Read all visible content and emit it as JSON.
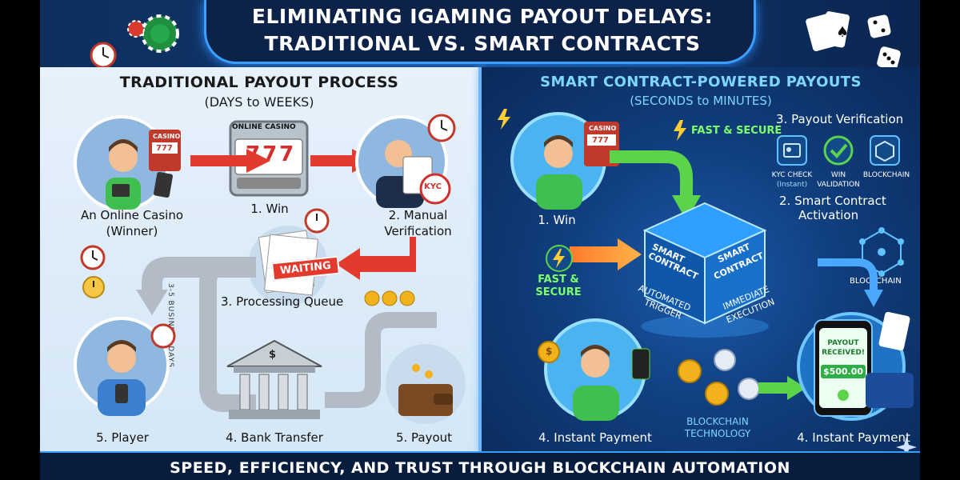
{
  "header": {
    "title_line1": "ELIMINATING IGAMING PAYOUT DELAYS:",
    "title_line2": "TRADITIONAL VS. SMART CONTRACTS"
  },
  "traditional": {
    "heading": "TRADITIONAL PAYOUT PROCESS",
    "subheading": "(DAYS to WEEKS)",
    "winner_label_line1": "An Online Casino",
    "winner_label_line2": "(Winner)",
    "casino_sign": "CASINO",
    "slot_reels": "777",
    "online_casino_sign": "ONLINE CASINO",
    "step1": "1. Win",
    "step2_line1": "2. Manual",
    "step2_line2": "Verification",
    "kyc_stamp": "KYC",
    "waiting_sign": "WAITING",
    "step3": "3. Processing Queue",
    "business_days": "3-5 BUSINESS DAYS",
    "bank_symbol": "$",
    "step4": "4. Bank Transfer",
    "step5_player": "5. Player",
    "step5_payout": "5. Payout"
  },
  "smart": {
    "heading": "SMART CONTRACT-POWERED PAYOUTS",
    "subheading": "(SECONDS to MINUTES)",
    "casino_sign": "CASINO",
    "slot_reels": "777",
    "fast_secure_top": "FAST & SECURE",
    "fast_secure_left_line1": "FAST &",
    "fast_secure_left_line2": "SECURE",
    "step1": "1. Win",
    "step3": "3. Payout Verification",
    "kyc_check_line1": "KYC CHECK",
    "kyc_check_line2": "(Instant)",
    "win_validation_line1": "WIN",
    "win_validation_line2": "VALIDATION",
    "blockchain_small": "BLOCKCHAIN",
    "step2_line1": "2. Smart Contract",
    "step2_line2": "Activation",
    "blockchain_right": "BLOCKCHAIN",
    "cube_face_left_line1": "SMART",
    "cube_face_left_line2": "CONTRACT",
    "cube_face_right_line1": "SMART",
    "cube_face_right_line2": "CONTRACT",
    "automated_trigger_line1": "AUTOMATED",
    "automated_trigger_line2": "TRIGGER",
    "immediate_execution_line1": "IMMEDIATE",
    "immediate_execution_line2": "EXECUTION",
    "blockchain_tech_line1": "BLOCKCHAIN",
    "blockchain_tech_line2": "TECHNOLOGY",
    "payout_received_line1": "PAYOUT",
    "payout_received_line2": "RECEIVED!",
    "payout_amount": "$500.00",
    "step4_left": "4. Instant Payment",
    "step4_right": "4. Instant Payment",
    "coin_symbol": "$"
  },
  "footer": {
    "tagline": "SPEED, EFFICIENCY, AND TRUST THROUGH BLOCKCHAIN AUTOMATION"
  },
  "colors": {
    "left_bg": "#e6f1fb",
    "right_bg": "#103e7e",
    "accent_blue": "#3aa0ff",
    "arrow_red": "#e23b2e",
    "arrow_green": "#5bd34a",
    "coin_gold": "#f2b21b",
    "skin": "#f2c094",
    "shirt_green": "#3fbf4f",
    "shirt_blue": "#3a7fd0"
  }
}
